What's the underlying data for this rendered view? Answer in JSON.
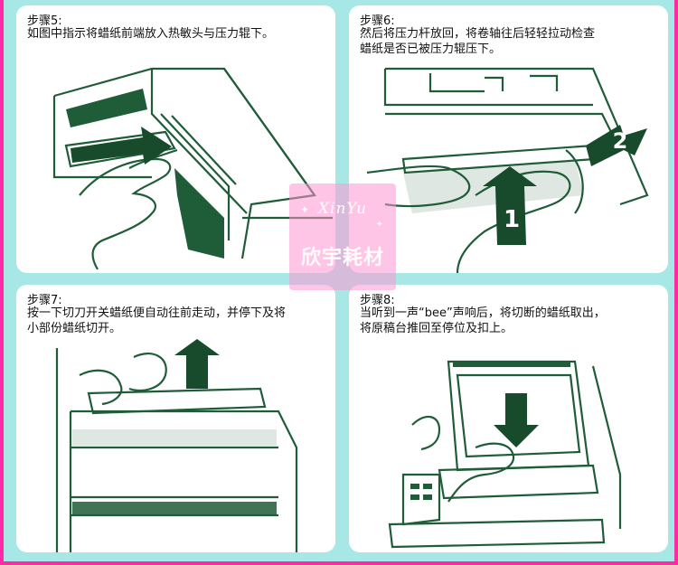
{
  "steps": [
    {
      "title": "步骤5:",
      "lines": [
        "如图中指示将蜡纸前端放入热敏头与压力辊下。"
      ]
    },
    {
      "title": "步骤6:",
      "lines": [
        "然后将压力杆放回，将卷轴往后轻轻拉动检查",
        "蜡纸是否已被压力辊压下。"
      ],
      "labels": [
        "1",
        "2"
      ]
    },
    {
      "title": "步骤7:",
      "lines": [
        "按一下切刀开关蜡纸便自动往前走动，并停下及将",
        "小部份蜡纸切开。"
      ]
    },
    {
      "title": "步骤8:",
      "lines": [
        "当听到一声“bee”声响后，将切断的蜡纸取出，",
        "将原稿台推回至停位及扣上。"
      ]
    }
  ],
  "watermark": {
    "top": "XinYu",
    "bottom": "欣宇耗材"
  },
  "colors": {
    "border": "#ff2aa6",
    "background": "#a7e8e6",
    "illustration": "#1f5c38",
    "arrow": "#174b2c"
  }
}
